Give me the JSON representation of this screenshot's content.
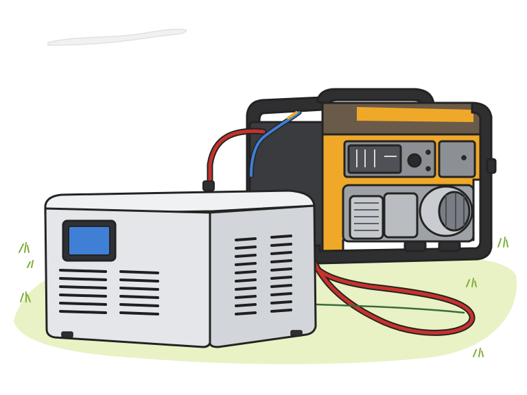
{
  "scene": {
    "objects": [
      "cloud",
      "grass-ground",
      "portable-generator",
      "inverter-box",
      "red-cable",
      "blue-wire"
    ],
    "colors": {
      "sky": "#ffffff",
      "ground": "#e8f2c4",
      "grass": "#7fae3a",
      "generator_frame": "#2f2f31",
      "generator_body": "#f0a828",
      "generator_top": "#6a5a4a",
      "engine": "#b9bcc0",
      "box_body": "#e4e6e9",
      "box_side": "#d2d5d9",
      "display": "#3f7fd6",
      "cable_red": "#c8322c",
      "wire_blue": "#3f7fd6",
      "outline": "#232323"
    }
  }
}
